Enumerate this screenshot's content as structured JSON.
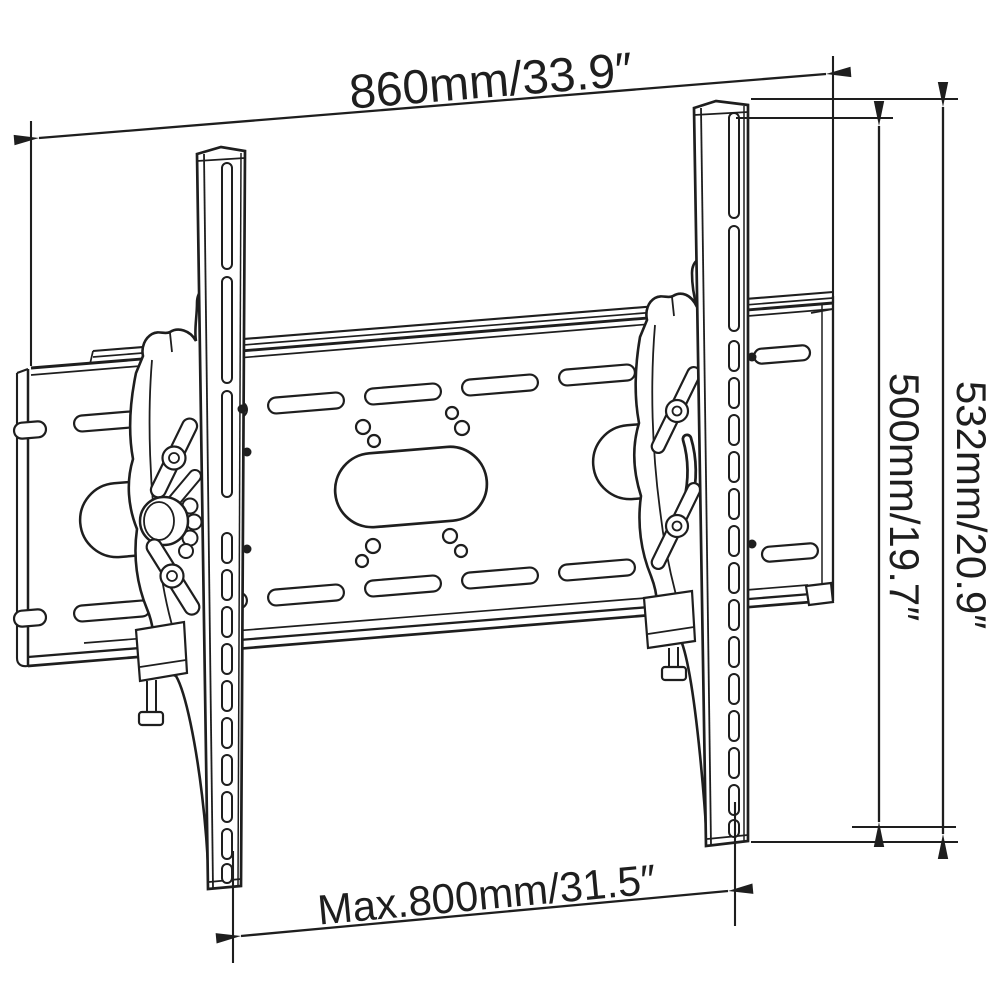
{
  "diagram": {
    "type": "technical-drawing",
    "subject": "tilting TV wall mount bracket, 3/4 line-art view",
    "dimensions": {
      "width": "860mm/33.9″",
      "mounting_height": "500mm/19.7″",
      "total_height": "532mm/20.9″",
      "max_vesa_width": "Max.800mm/31.5″"
    },
    "colors": {
      "background": "#ffffff",
      "line": "#1e1e1e"
    }
  }
}
